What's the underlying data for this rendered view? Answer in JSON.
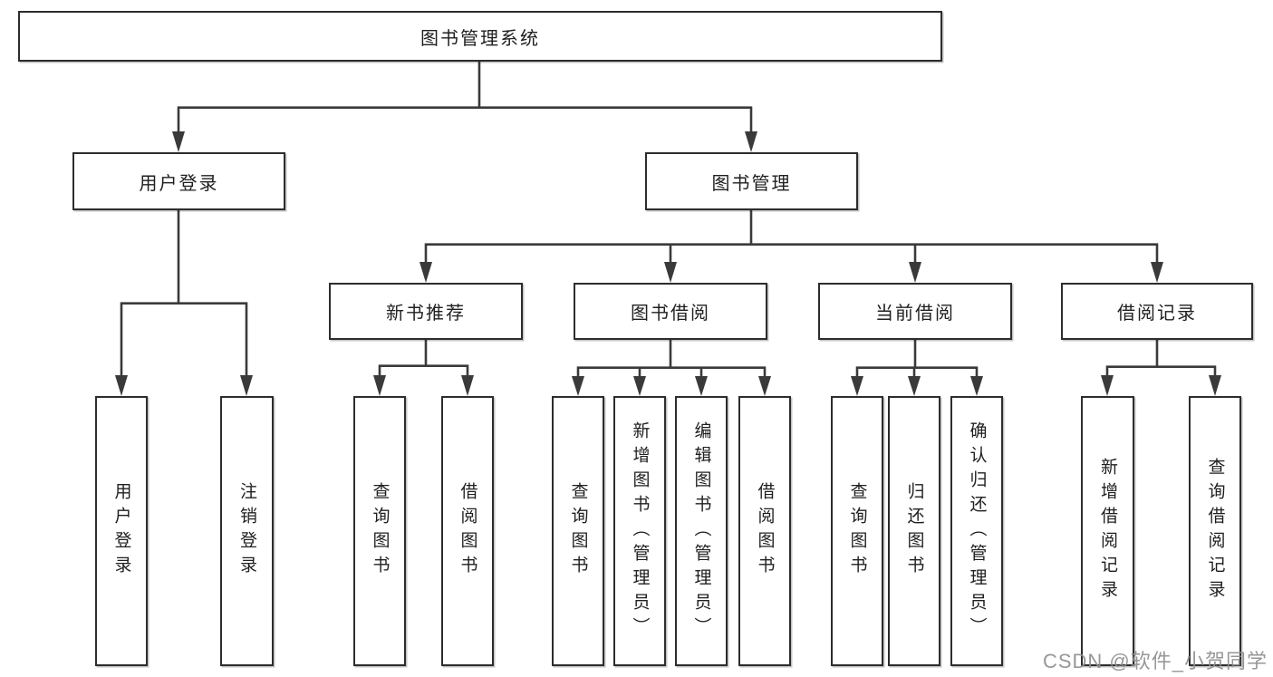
{
  "diagram": {
    "root": {
      "label": "图书管理系统"
    },
    "level2": [
      {
        "label": "用户登录"
      },
      {
        "label": "图书管理"
      }
    ],
    "level3": [
      {
        "label": "新书推荐"
      },
      {
        "label": "图书借阅"
      },
      {
        "label": "当前借阅"
      },
      {
        "label": "借阅记录"
      }
    ],
    "leaves": {
      "user_login": [
        {
          "label": "用户登录"
        },
        {
          "label": "注销登录"
        }
      ],
      "new_book": [
        {
          "label": "查询图书"
        },
        {
          "label": "借阅图书"
        }
      ],
      "book_borrow": [
        {
          "label": "查询图书"
        },
        {
          "label": "新增图书（管理员）"
        },
        {
          "label": "编辑图书（管理员）"
        },
        {
          "label": "借阅图书"
        }
      ],
      "current_borrow": [
        {
          "label": "查询图书"
        },
        {
          "label": "归还图书"
        },
        {
          "label": "确认归还（管理员）"
        }
      ],
      "borrow_record": [
        {
          "label": "新增借阅记录"
        },
        {
          "label": "查询借阅记录"
        }
      ]
    },
    "watermark": "CSDN @软件_小贺同学",
    "colors": {
      "line": "#3a3a3a",
      "border": "#2d2d2d",
      "background": "#ffffff",
      "watermark": "#8f8f8f"
    }
  }
}
